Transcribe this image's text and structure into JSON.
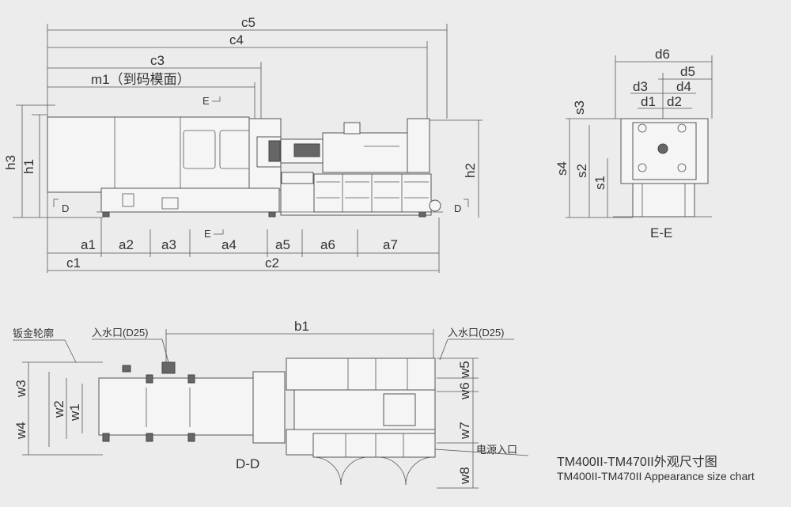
{
  "title": {
    "cn": "TM400II-TM470II外观尺寸图",
    "en": "TM400II-TM470II Appearance size chart"
  },
  "front_view": {
    "dims_top": [
      "c5",
      "c4",
      "c3",
      "m1（到码模面）"
    ],
    "dims_bottom": [
      "a1",
      "a2",
      "a3",
      "a4",
      "a5",
      "a6",
      "a7"
    ],
    "dims_bottom2": [
      "c1",
      "c2"
    ],
    "dims_left": [
      "h3",
      "h1"
    ],
    "dims_right": [
      "h2"
    ],
    "section_marks": [
      "E",
      "E",
      "D",
      "D"
    ]
  },
  "side_view": {
    "dims_top": [
      "d6",
      "d5",
      "d3",
      "d4",
      "d1",
      "d2"
    ],
    "dims_left": [
      "s3",
      "s4",
      "s2",
      "s1"
    ],
    "caption": "E-E"
  },
  "top_view": {
    "dims_top": [
      "b1"
    ],
    "labels": [
      "钣金轮廓",
      "入水口(D25)",
      "入水口(D25)",
      "电源入口"
    ],
    "dims_left": [
      "w3",
      "w4",
      "w2",
      "w1"
    ],
    "dims_right": [
      "w5",
      "w6",
      "w7",
      "w8"
    ],
    "caption": "D-D"
  }
}
